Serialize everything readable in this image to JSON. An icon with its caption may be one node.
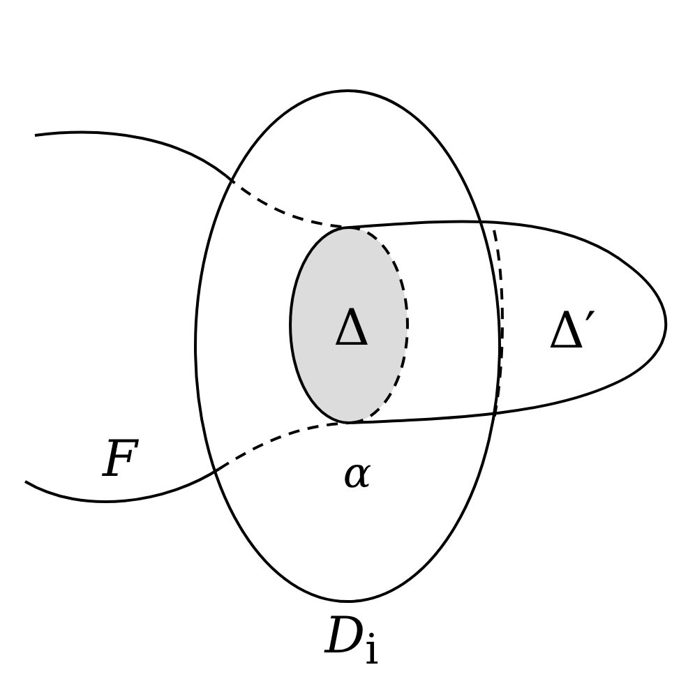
{
  "diagram": {
    "labels": [
      "Δ",
      "Δ′",
      "F",
      "α",
      "*D*$_{i}$"
    ]
  }
}
